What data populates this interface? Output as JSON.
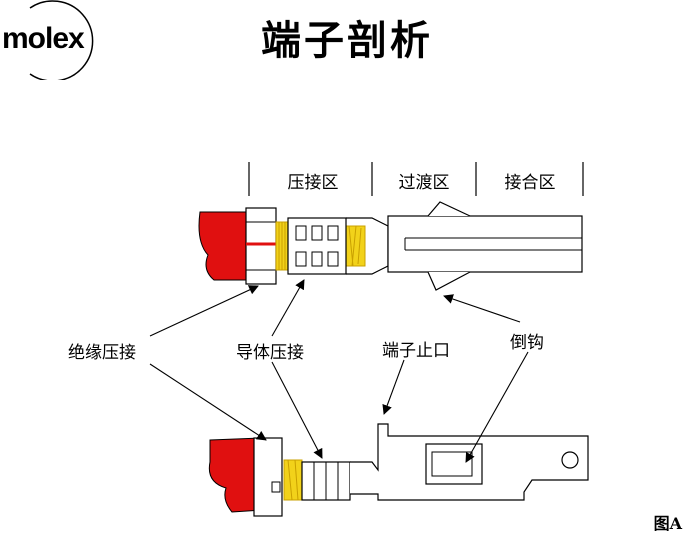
{
  "logo": {
    "text": "molex"
  },
  "title": "端子剖析",
  "zones": [
    "压接区",
    "过渡区",
    "接合区"
  ],
  "callouts": {
    "insulation_crimp": "绝缘压接",
    "conductor_crimp": "导体压接",
    "terminal_stop": "端子止口",
    "barb": "倒钩"
  },
  "figure_label": "图A",
  "colors": {
    "insulation": "#e01010",
    "conductor_strands": "#f2d21a",
    "terminal_outline": "#000000",
    "background": "#ffffff"
  }
}
